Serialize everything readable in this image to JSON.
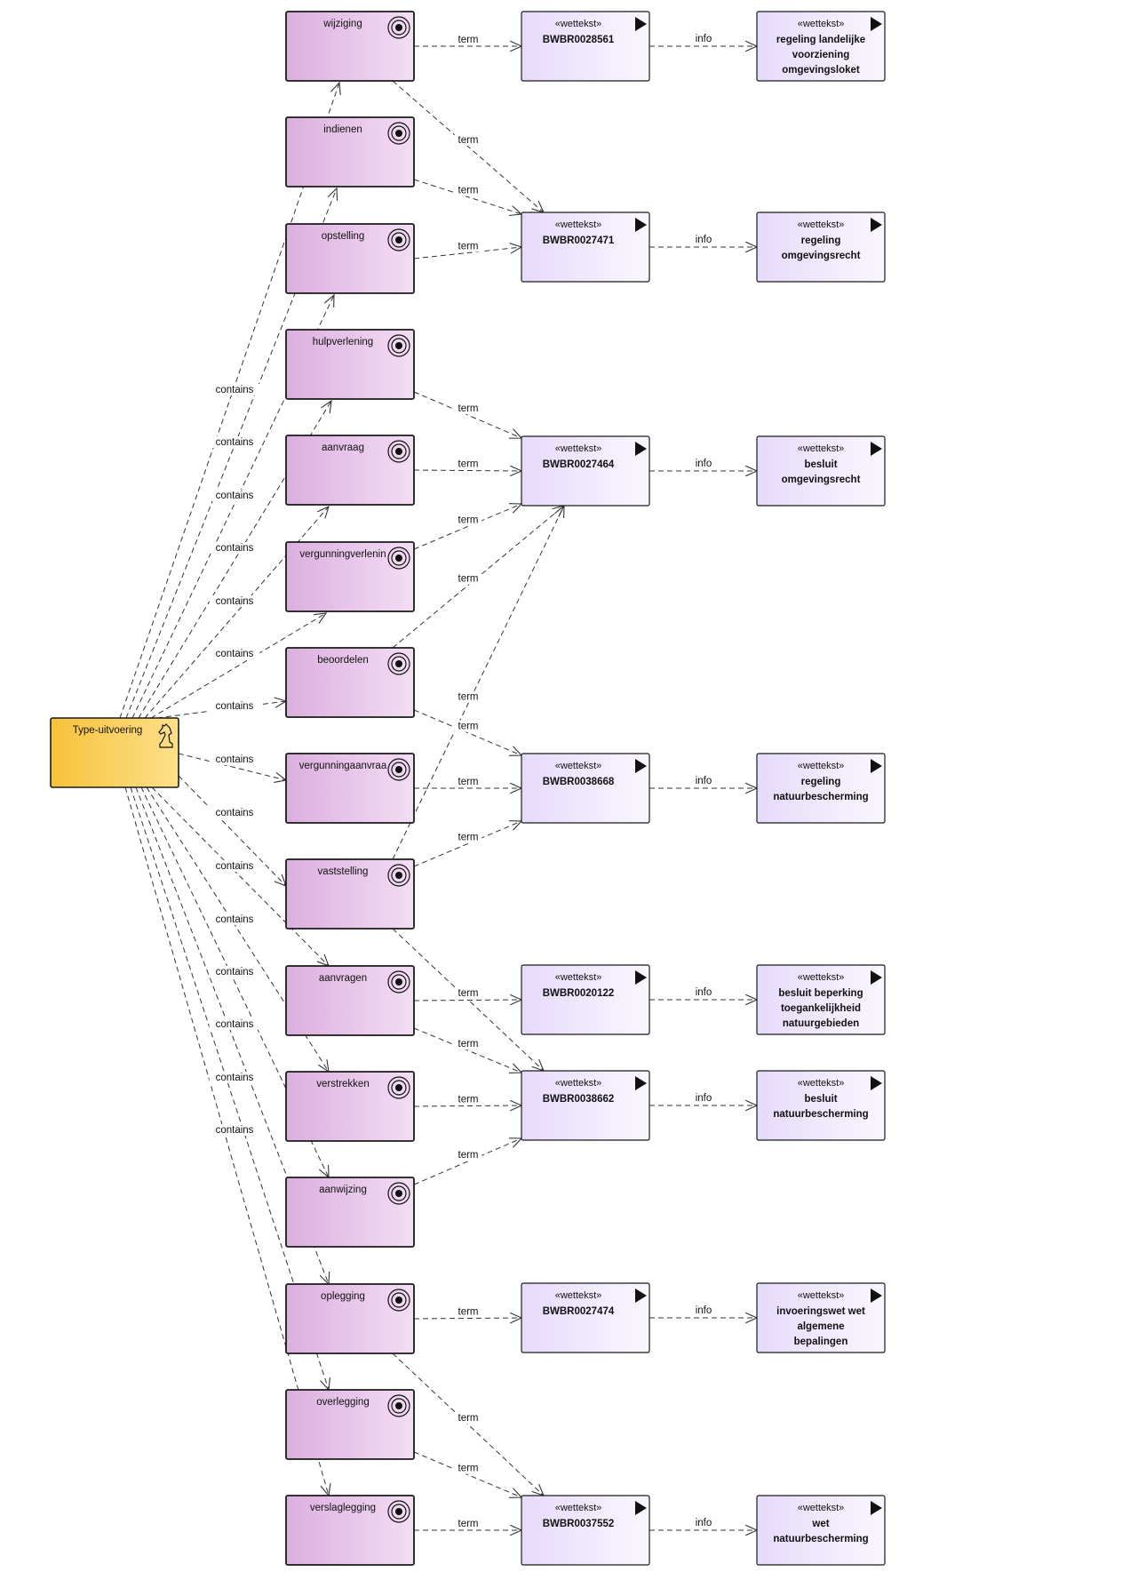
{
  "root": {
    "label": "Type-uitvoering"
  },
  "edge_labels": {
    "contains": "contains",
    "term": "term",
    "info": "info"
  },
  "activities": [
    {
      "id": "wijziging",
      "label": "wijziging"
    },
    {
      "id": "indienen",
      "label": "indienen"
    },
    {
      "id": "opstelling",
      "label": "opstelling"
    },
    {
      "id": "hulpverlening",
      "label": "hulpverlening"
    },
    {
      "id": "aanvraag",
      "label": "aanvraag"
    },
    {
      "id": "vergunningverlening",
      "label": "vergunningverlenin"
    },
    {
      "id": "beoordelen",
      "label": "beoordelen"
    },
    {
      "id": "vergunningaanvraag",
      "label": "vergunningaanvraa"
    },
    {
      "id": "vaststelling",
      "label": "vaststelling"
    },
    {
      "id": "aanvragen",
      "label": "aanvragen"
    },
    {
      "id": "verstrekken",
      "label": "verstrekken"
    },
    {
      "id": "aanwijzing",
      "label": "aanwijzing"
    },
    {
      "id": "oplegging",
      "label": "oplegging"
    },
    {
      "id": "overlegging",
      "label": "overlegging"
    },
    {
      "id": "verslaglegging",
      "label": "verslaglegging"
    }
  ],
  "laws": [
    {
      "id": "BWBR0028561",
      "stereotype": "«wettekst»",
      "code": "BWBR0028561"
    },
    {
      "id": "BWBR0027471",
      "stereotype": "«wettekst»",
      "code": "BWBR0027471"
    },
    {
      "id": "BWBR0027464",
      "stereotype": "«wettekst»",
      "code": "BWBR0027464"
    },
    {
      "id": "BWBR0038668",
      "stereotype": "«wettekst»",
      "code": "BWBR0038668"
    },
    {
      "id": "BWBR0020122",
      "stereotype": "«wettekst»",
      "code": "BWBR0020122"
    },
    {
      "id": "BWBR0038662",
      "stereotype": "«wettekst»",
      "code": "BWBR0038662"
    },
    {
      "id": "BWBR0027474",
      "stereotype": "«wettekst»",
      "code": "BWBR0027474"
    },
    {
      "id": "BWBR0037552",
      "stereotype": "«wettekst»",
      "code": "BWBR0037552"
    }
  ],
  "infos": [
    {
      "law": "BWBR0028561",
      "stereotype": "«wettekst»",
      "lines": [
        "regeling landelijke",
        "voorziening",
        "omgevingsloket"
      ]
    },
    {
      "law": "BWBR0027471",
      "stereotype": "«wettekst»",
      "lines": [
        "regeling",
        "omgevingsrecht"
      ]
    },
    {
      "law": "BWBR0027464",
      "stereotype": "«wettekst»",
      "lines": [
        "besluit",
        "omgevingsrecht"
      ]
    },
    {
      "law": "BWBR0038668",
      "stereotype": "«wettekst»",
      "lines": [
        "regeling",
        "natuurbescherming"
      ]
    },
    {
      "law": "BWBR0020122",
      "stereotype": "«wettekst»",
      "lines": [
        "besluit beperking",
        "toegankelijkheid",
        "natuurgebieden"
      ]
    },
    {
      "law": "BWBR0038662",
      "stereotype": "«wettekst»",
      "lines": [
        "besluit",
        "natuurbescherming"
      ]
    },
    {
      "law": "BWBR0027474",
      "stereotype": "«wettekst»",
      "lines": [
        "invoeringswet wet",
        "algemene",
        "bepalingen"
      ]
    },
    {
      "law": "BWBR0037552",
      "stereotype": "«wettekst»",
      "lines": [
        "wet",
        "natuurbescherming"
      ]
    }
  ],
  "term_edges": [
    {
      "from": "wijziging",
      "to": "BWBR0028561"
    },
    {
      "from": "wijziging",
      "to": "BWBR0027471"
    },
    {
      "from": "indienen",
      "to": "BWBR0027471"
    },
    {
      "from": "opstelling",
      "to": "BWBR0027471"
    },
    {
      "from": "hulpverlening",
      "to": "BWBR0027464"
    },
    {
      "from": "aanvraag",
      "to": "BWBR0027464"
    },
    {
      "from": "vergunningverlening",
      "to": "BWBR0027464"
    },
    {
      "from": "beoordelen",
      "to": "BWBR0027464"
    },
    {
      "from": "vaststelling",
      "to": "BWBR0027464"
    },
    {
      "from": "beoordelen",
      "to": "BWBR0038668"
    },
    {
      "from": "vergunningaanvraag",
      "to": "BWBR0038668"
    },
    {
      "from": "vaststelling",
      "to": "BWBR0038668"
    },
    {
      "from": "aanvragen",
      "to": "BWBR0020122"
    },
    {
      "from": "vaststelling",
      "to": "BWBR0038662"
    },
    {
      "from": "aanvragen",
      "to": "BWBR0038662"
    },
    {
      "from": "verstrekken",
      "to": "BWBR0038662"
    },
    {
      "from": "aanwijzing",
      "to": "BWBR0038662"
    },
    {
      "from": "oplegging",
      "to": "BWBR0027474"
    },
    {
      "from": "oplegging",
      "to": "BWBR0037552"
    },
    {
      "from": "overlegging",
      "to": "BWBR0037552"
    },
    {
      "from": "verslaglegging",
      "to": "BWBR0037552"
    }
  ],
  "colors": {
    "root_fill_top": "#f7c23a",
    "root_fill_bottom": "#fde08a",
    "activity_fill_left": "#dcaedf",
    "activity_fill_right": "#f3ddf4",
    "law_fill_left": "#e6dafb",
    "law_fill_right": "#faf7ff",
    "stroke": "#1a1a1a",
    "edge": "#333333"
  },
  "icons": {
    "activity": "target-icon",
    "law": "triangle-flag-icon",
    "root": "chess-knight-icon"
  }
}
